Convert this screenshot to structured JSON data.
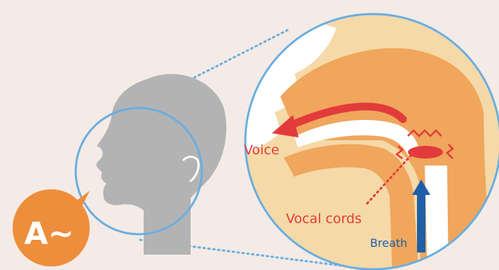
{
  "badge": {
    "text": "A~"
  },
  "labels": {
    "voice": "Voice",
    "vocal_cords": "Vocal cords",
    "breath": "Breath"
  },
  "colors": {
    "background": "#f4ebe6",
    "head": "#b3b3b3",
    "circle_outline": "#6aaee0",
    "tissue_light": "#f5d9a8",
    "tissue_dark": "#f0a65c",
    "accent_red": "#e23b3b",
    "breath_blue": "#1f5fa8",
    "badge": "#ee8d3b"
  },
  "icons": {
    "voice_arrow": "curved-arrow-left",
    "breath_arrow": "arrow-up",
    "vibration": "zigzag-lines"
  }
}
